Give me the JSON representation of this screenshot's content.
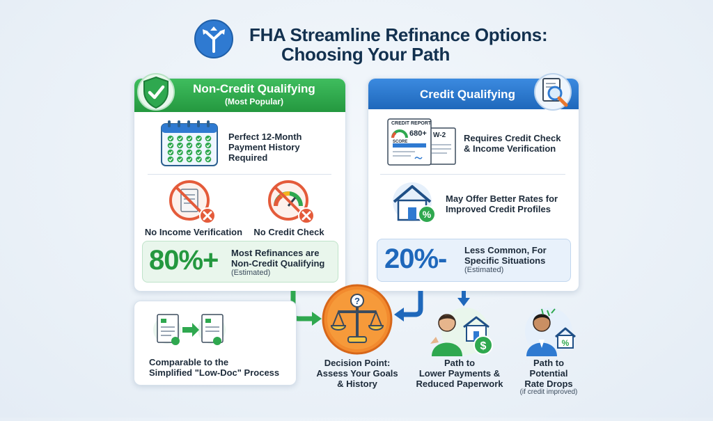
{
  "header": {
    "title_line1": "FHA Streamline Refinance Options:",
    "title_line2": "Choosing Your Path",
    "icon": "split-arrows-icon"
  },
  "left_card": {
    "title": "Non-Credit Qualifying",
    "subtitle": "(Most Popular)",
    "requirement": [
      "Perfect 12-Month",
      "Payment History",
      "Required"
    ],
    "no_income_label": "No Income Verification",
    "no_credit_label": "No Credit Check",
    "stat": {
      "value": "80%+",
      "line1": "Most Refinances are",
      "line2": "Non-Credit Qualifying",
      "note": "(Estimated)"
    },
    "accent": "#2fa84f"
  },
  "right_card": {
    "title": "Credit Qualifying",
    "report_header": "CREDIT REPORT",
    "score": "680+",
    "score_label": "SCORE",
    "w2_label": "W-2",
    "requirement": [
      "Requires Credit Check",
      "& Income Verification"
    ],
    "benefit": [
      "May Offer Better Rates for",
      "Improved Credit Profiles"
    ],
    "stat": {
      "value": "20%-",
      "line1": "Less Common, For",
      "line2": "Specific Situations",
      "note": "(Estimated)"
    },
    "accent": "#2f7ad1"
  },
  "lowdoc": {
    "lines": [
      "Comparable to the",
      "Simplified \"Low-Doc\" Process"
    ]
  },
  "decision": {
    "lines": [
      "Decision Point:",
      "Assess Your Goals",
      "& History"
    ]
  },
  "path_lower": {
    "lines": [
      "Path to",
      "Lower Payments &",
      "Reduced Paperwork"
    ]
  },
  "path_rate": {
    "lines": [
      "Path to",
      "Potential",
      "Rate Drops"
    ],
    "note": "(if credit improved)"
  }
}
